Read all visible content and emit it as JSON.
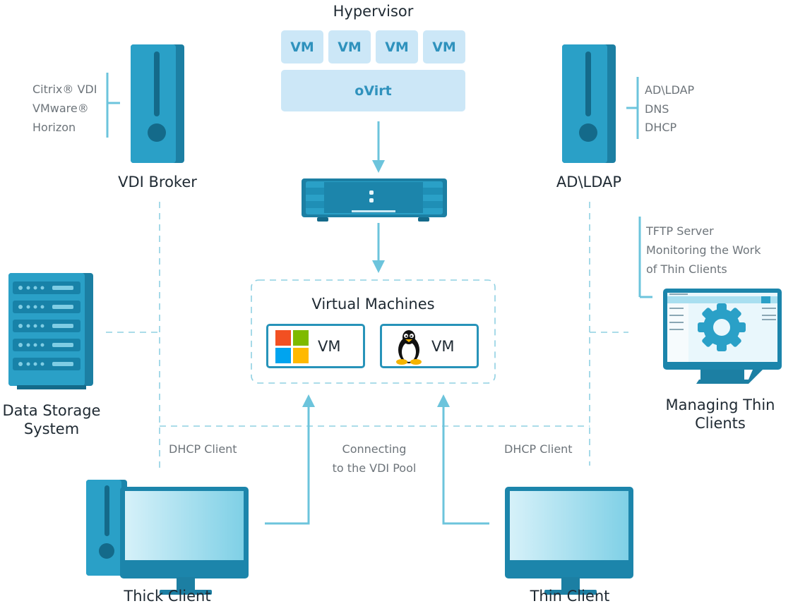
{
  "hypervisor": {
    "title": "Hypervisor",
    "vms": [
      "VM",
      "VM",
      "VM",
      "VM"
    ],
    "platform": "oVirt"
  },
  "vdi_broker": {
    "label": "VDI Broker",
    "notes": [
      "Citrix® VDI",
      "VMware®",
      "Horizon"
    ]
  },
  "ad_ldap": {
    "label": "AD\\LDAP",
    "notes": [
      "AD\\LDAP",
      "DNS",
      "DHCP"
    ]
  },
  "virtual_machines": {
    "title": "Virtual Machines",
    "windows_vm": "VM",
    "linux_vm": "VM"
  },
  "data_storage": {
    "label_line1": "Data Storage",
    "label_line2": "System"
  },
  "managing": {
    "label_line1": "Managing Thin",
    "label_line2": "Clients",
    "notes": [
      "TFTP Server",
      "Monitoring the Work",
      "of Thin Clients"
    ]
  },
  "connections": {
    "dhcp_left": "DHCP Client",
    "dhcp_right": "DHCP Client",
    "pool_line1": "Connecting",
    "pool_line2": "to the VDI Pool"
  },
  "thick_client": {
    "label": "Thick Client"
  },
  "thin_client": {
    "label": "Thin Client"
  },
  "colors": {
    "teal": "#2a9dc4",
    "teal_dark": "#1c7fa3",
    "light_blue": "#cce7f7",
    "connector": "#6cc4dc",
    "vm_text": "#2f92bd"
  }
}
